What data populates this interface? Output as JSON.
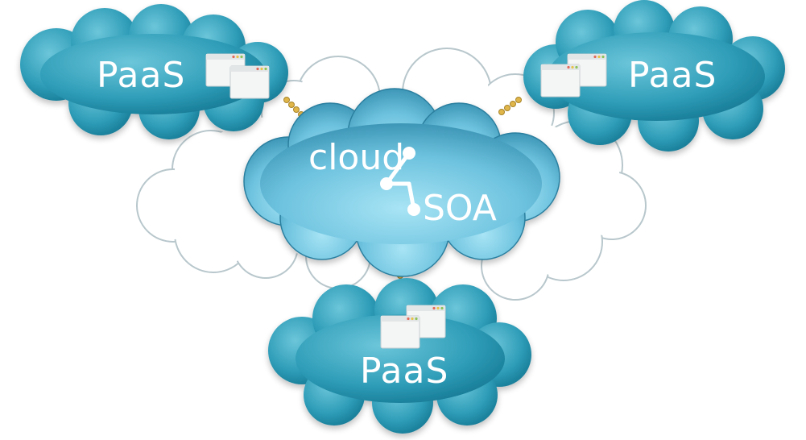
{
  "diagram": {
    "center_logo": {
      "word_top": "cloud",
      "word_bottom": "SOA"
    },
    "nodes": [
      {
        "label": "PaaS"
      },
      {
        "label": "PaaS"
      },
      {
        "label": "PaaS"
      }
    ],
    "colors": {
      "paas_cloud_light": "#58b9cf",
      "paas_cloud_dark": "#167d98",
      "center_cloud_light": "#9fdcef",
      "center_cloud_dark": "#2f8db0",
      "background_cloud_fill": "#ffffff",
      "background_cloud_stroke": "#b8c7cc",
      "connector_dot": "#e0b64a"
    }
  }
}
